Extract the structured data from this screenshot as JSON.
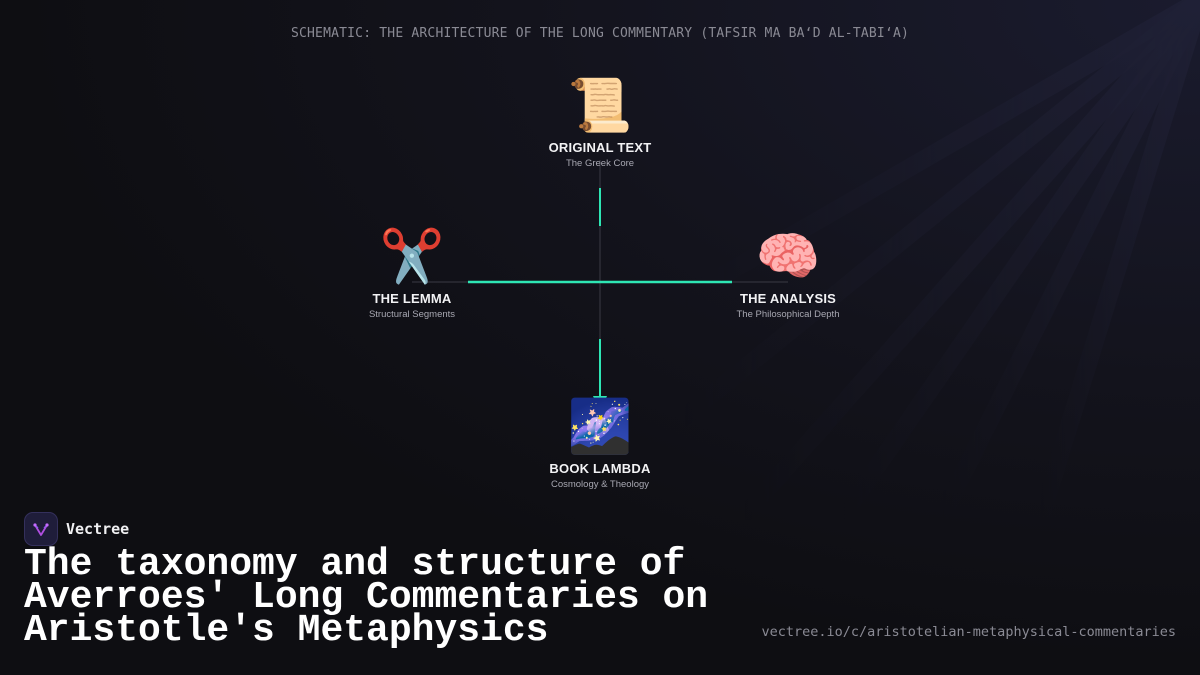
{
  "schematic": {
    "title": "SCHEMATIC: THE ARCHITECTURE OF THE LONG COMMENTARY (TAFSIR MA BA‘D AL-TABI‘A)"
  },
  "nodes": {
    "original": {
      "icon": "scroll-icon",
      "emoji": "📜",
      "label": "ORIGINAL TEXT",
      "sub": "The Greek Core"
    },
    "lemma": {
      "icon": "scissors-icon",
      "emoji": "✂️",
      "label": "THE LEMMA",
      "sub": "Structural Segments"
    },
    "analysis": {
      "icon": "brain-icon",
      "emoji": "🧠",
      "label": "THE ANALYSIS",
      "sub": "The Philosophical Depth"
    },
    "lambda": {
      "icon": "galaxy-icon",
      "emoji": "🌌",
      "label": "BOOK LAMBDA",
      "sub": "Cosmology & Theology"
    }
  },
  "colors": {
    "accent": "#2ee6b4",
    "line": "#3a3a44"
  },
  "brand": {
    "name": "Vectree",
    "logo_icon": "vectree-logo-icon"
  },
  "headline": "The taxonomy and structure of Averroes' Long Commentaries on Aristotle's Metaphysics",
  "url": "vectree.io/c/aristotelian-metaphysical-commentaries"
}
